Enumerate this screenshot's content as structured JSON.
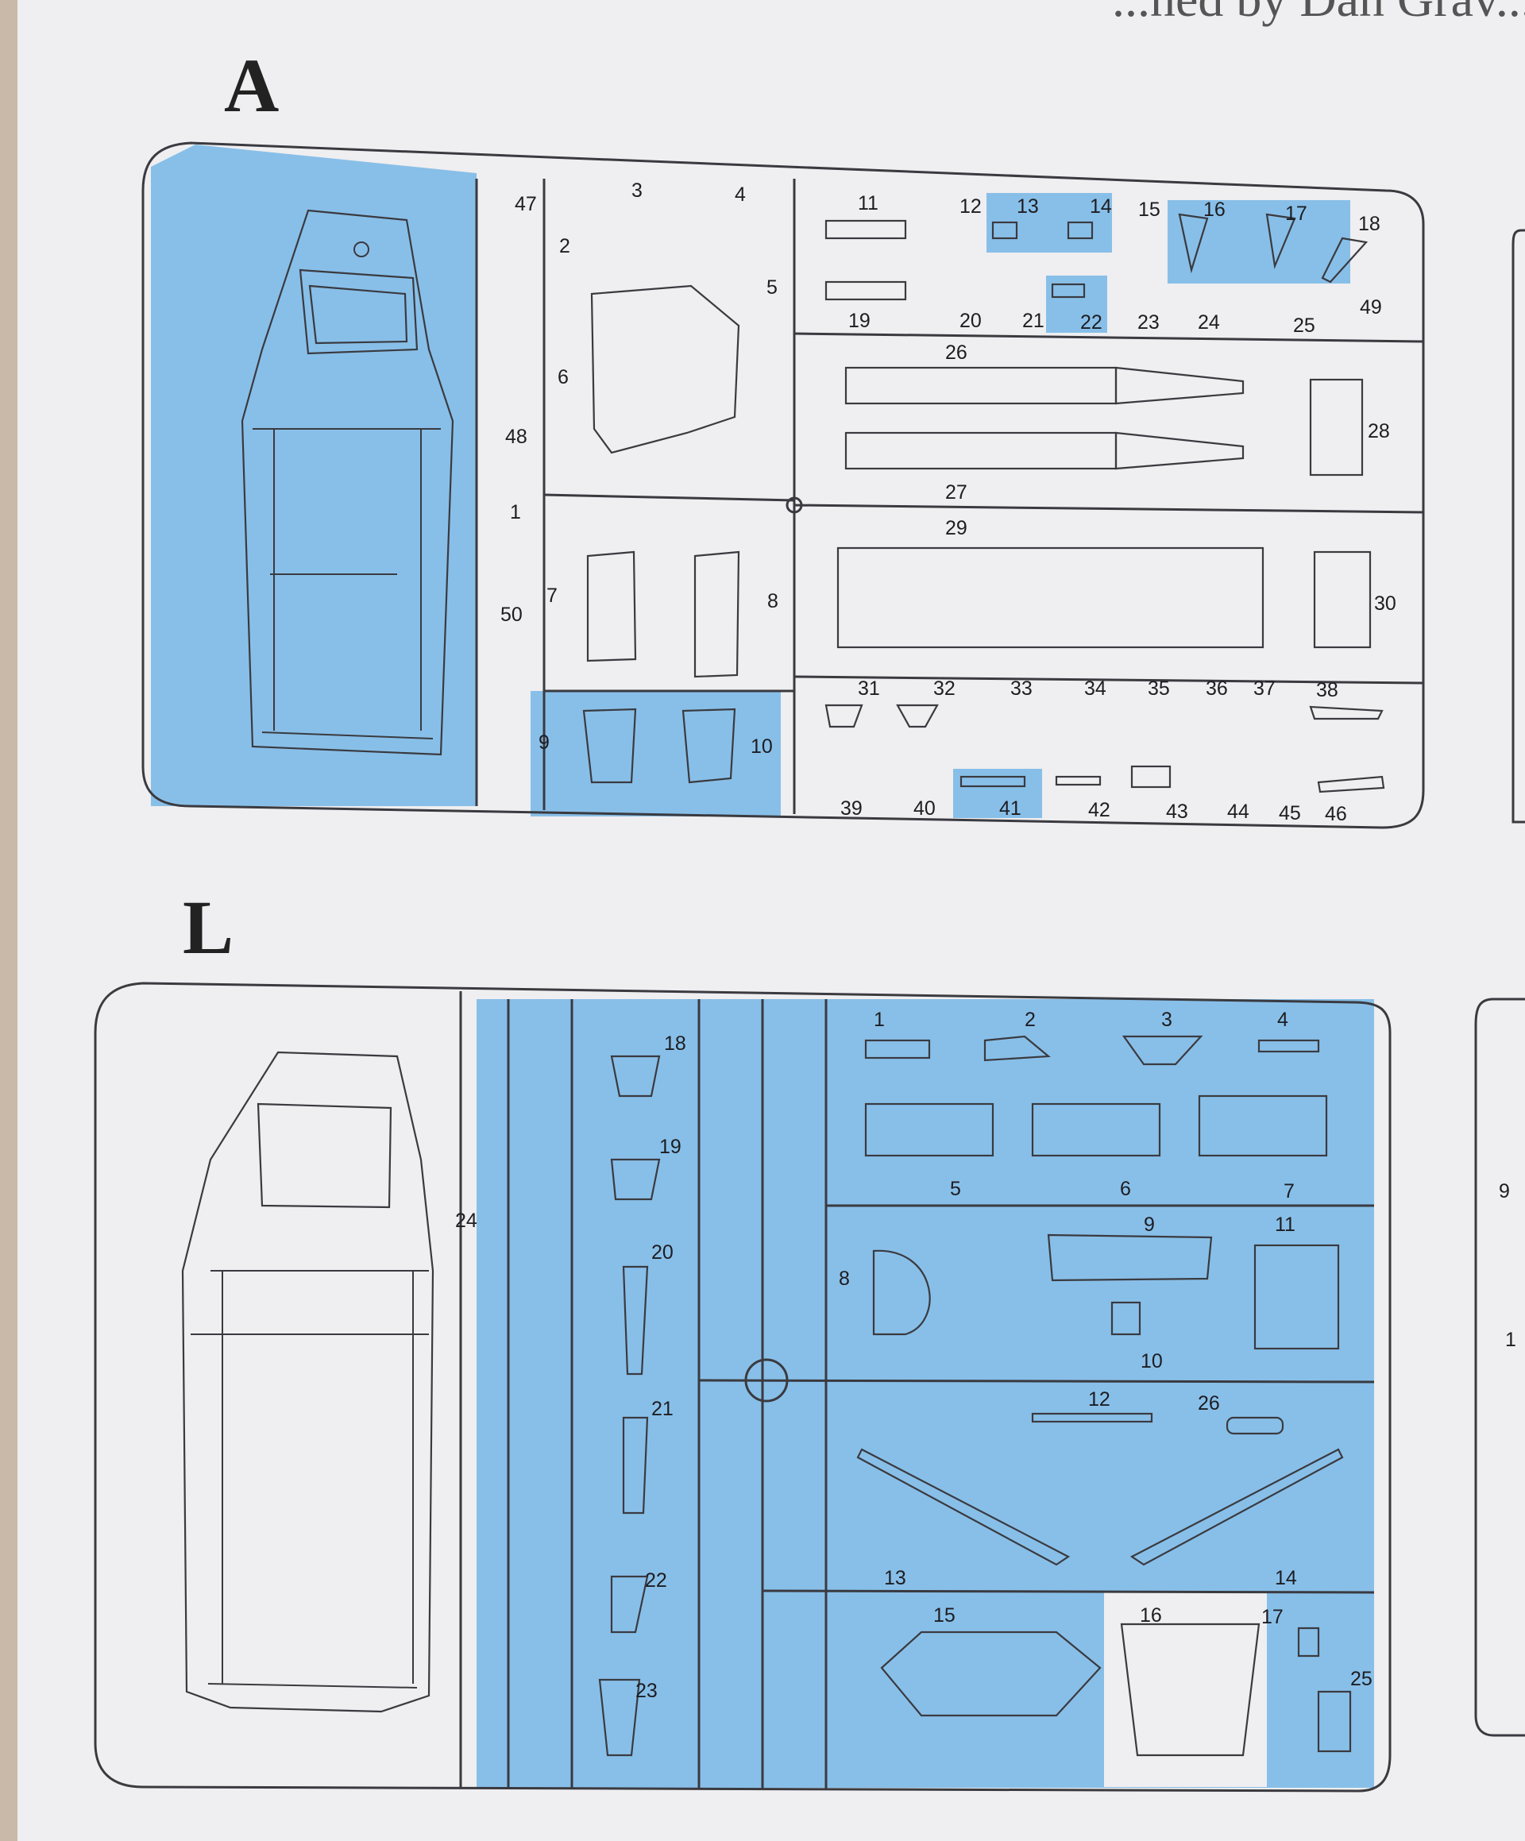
{
  "header_fragment": "...ned by Dan Grav...",
  "colors": {
    "highlight": "#88bfe8",
    "paper": "#efeef0",
    "line": "#3a3a40",
    "edge_left": "#c9b9a8"
  },
  "sprue_a": {
    "letter": "A",
    "parts": [
      "1",
      "2",
      "3",
      "4",
      "5",
      "6",
      "7",
      "8",
      "9",
      "10",
      "11",
      "12",
      "13",
      "14",
      "15",
      "16",
      "17",
      "18",
      "19",
      "20",
      "21",
      "22",
      "23",
      "24",
      "25",
      "26",
      "27",
      "28",
      "29",
      "30",
      "31",
      "32",
      "33",
      "34",
      "35",
      "36",
      "37",
      "38",
      "39",
      "40",
      "41",
      "42",
      "43",
      "44",
      "45",
      "46",
      "47",
      "48",
      "49",
      "50"
    ],
    "highlighted": [
      "1",
      "9",
      "10",
      "13",
      "14",
      "16",
      "17",
      "22",
      "41"
    ]
  },
  "sprue_l": {
    "letter": "L",
    "parts": [
      "1",
      "2",
      "3",
      "4",
      "5",
      "6",
      "7",
      "8",
      "9",
      "10",
      "11",
      "12",
      "13",
      "14",
      "15",
      "16",
      "17",
      "18",
      "19",
      "20",
      "21",
      "22",
      "23",
      "24",
      "25",
      "26"
    ],
    "highlighted": [
      "1",
      "2",
      "3",
      "4",
      "5",
      "6",
      "7",
      "8",
      "9",
      "10",
      "11",
      "12",
      "13",
      "14",
      "15",
      "17",
      "18",
      "19",
      "20",
      "21",
      "22",
      "23",
      "25",
      "26"
    ]
  },
  "right_edge_labels": [
    "9",
    "1"
  ]
}
